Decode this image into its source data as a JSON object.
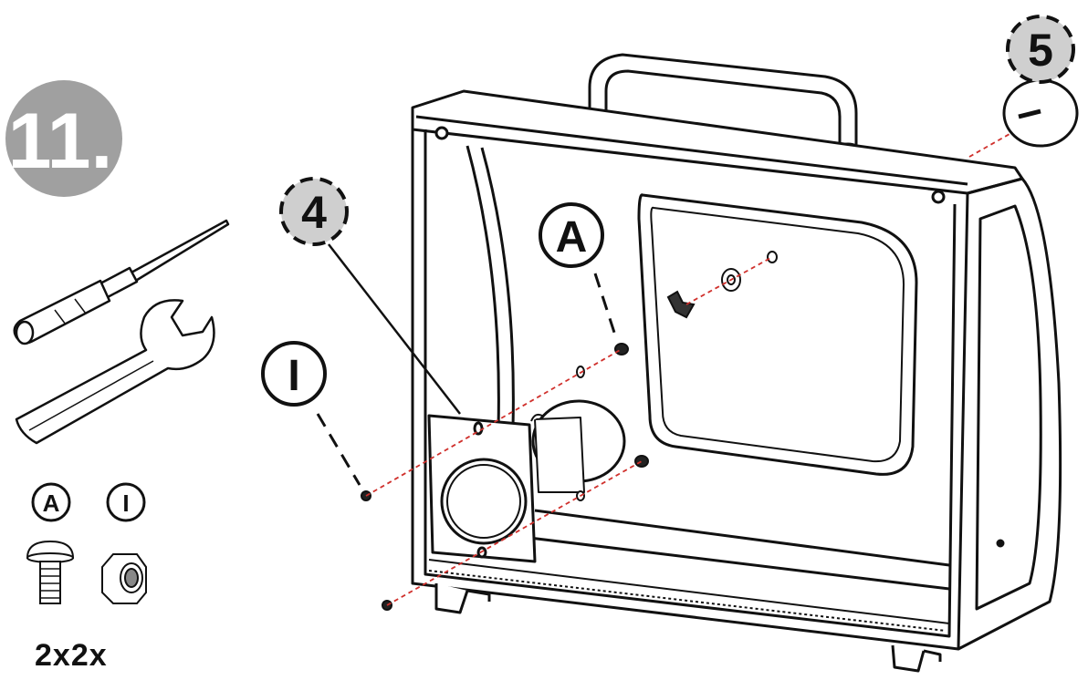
{
  "step_number": "11.",
  "callouts": {
    "part_4": "4",
    "part_5": "5",
    "fastener_a": "A",
    "fastener_i": "I"
  },
  "legend": {
    "bolt_label": "A",
    "nut_label": "I",
    "quantity": "2x2x"
  },
  "colors": {
    "step_badge": "#a0a0a0",
    "callout_badge": "#cfcfcf",
    "line": "#111111",
    "guide_line": "#d0302c"
  },
  "icons": [
    "screwdriver-icon",
    "wrench-icon",
    "bolt-icon",
    "nut-icon"
  ]
}
